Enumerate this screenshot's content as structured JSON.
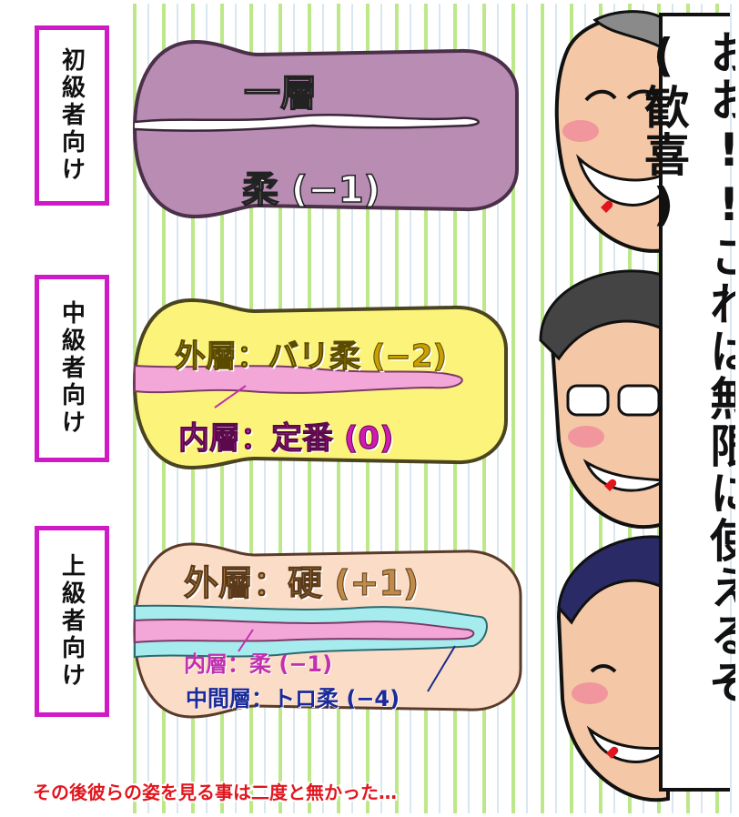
{
  "labels": {
    "beginner": "初級者向け",
    "intermediate": "中級者向け",
    "advanced": "上級者向け"
  },
  "panel1": {
    "title": "一層",
    "layer": "柔 (−1)",
    "color": "#b98cb3"
  },
  "panel2": {
    "outer": "外層：バリ柔 (−2)",
    "inner": "内層：定番 (0)",
    "color": "#fbf37a"
  },
  "panel3": {
    "outer": "外層：硬 (+1)",
    "inner": "内層：柔 (−1)",
    "middle": "中間層：トロ柔 (−4)",
    "color": "#fbdcc6"
  },
  "shout": "おお!!これは無限に使えるぞ(歓喜)",
  "caption": "その後彼らの姿を見る事は二度と無かった…",
  "colors": {
    "label_border": "#d01ac8",
    "caption": "#e0161e",
    "stripe_green": "#bde88a",
    "pink_layer": "#f3a7d8",
    "cyan_layer": "#a6ecee"
  }
}
